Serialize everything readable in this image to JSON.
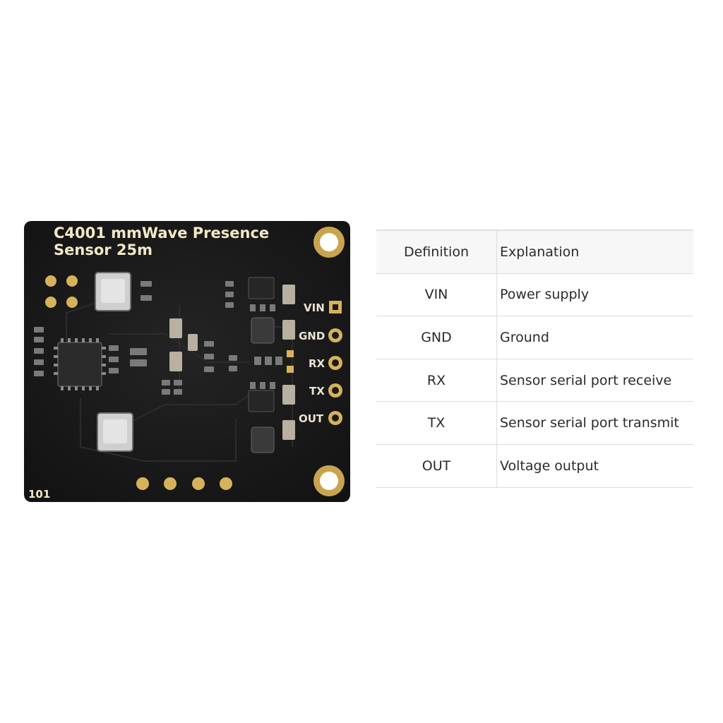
{
  "board": {
    "title_line1": "C4001 mmWave Presence",
    "title_line2": "Sensor 25m",
    "revision": "101",
    "pin_labels": [
      "VIN",
      "GND",
      "RX",
      "TX",
      "OUT"
    ]
  },
  "pin_table": {
    "headers": [
      "Definition",
      "Explanation"
    ],
    "rows": [
      [
        "VIN",
        "Power supply"
      ],
      [
        "GND",
        "Ground"
      ],
      [
        "RX",
        "Sensor serial port receive"
      ],
      [
        "TX",
        "Sensor serial port transmit"
      ],
      [
        "OUT",
        "Voltage output"
      ]
    ]
  },
  "colors": {
    "pcb": "#1a1a1a",
    "silkscreen": "#f2e8c6",
    "gold": "#d6b35a"
  }
}
